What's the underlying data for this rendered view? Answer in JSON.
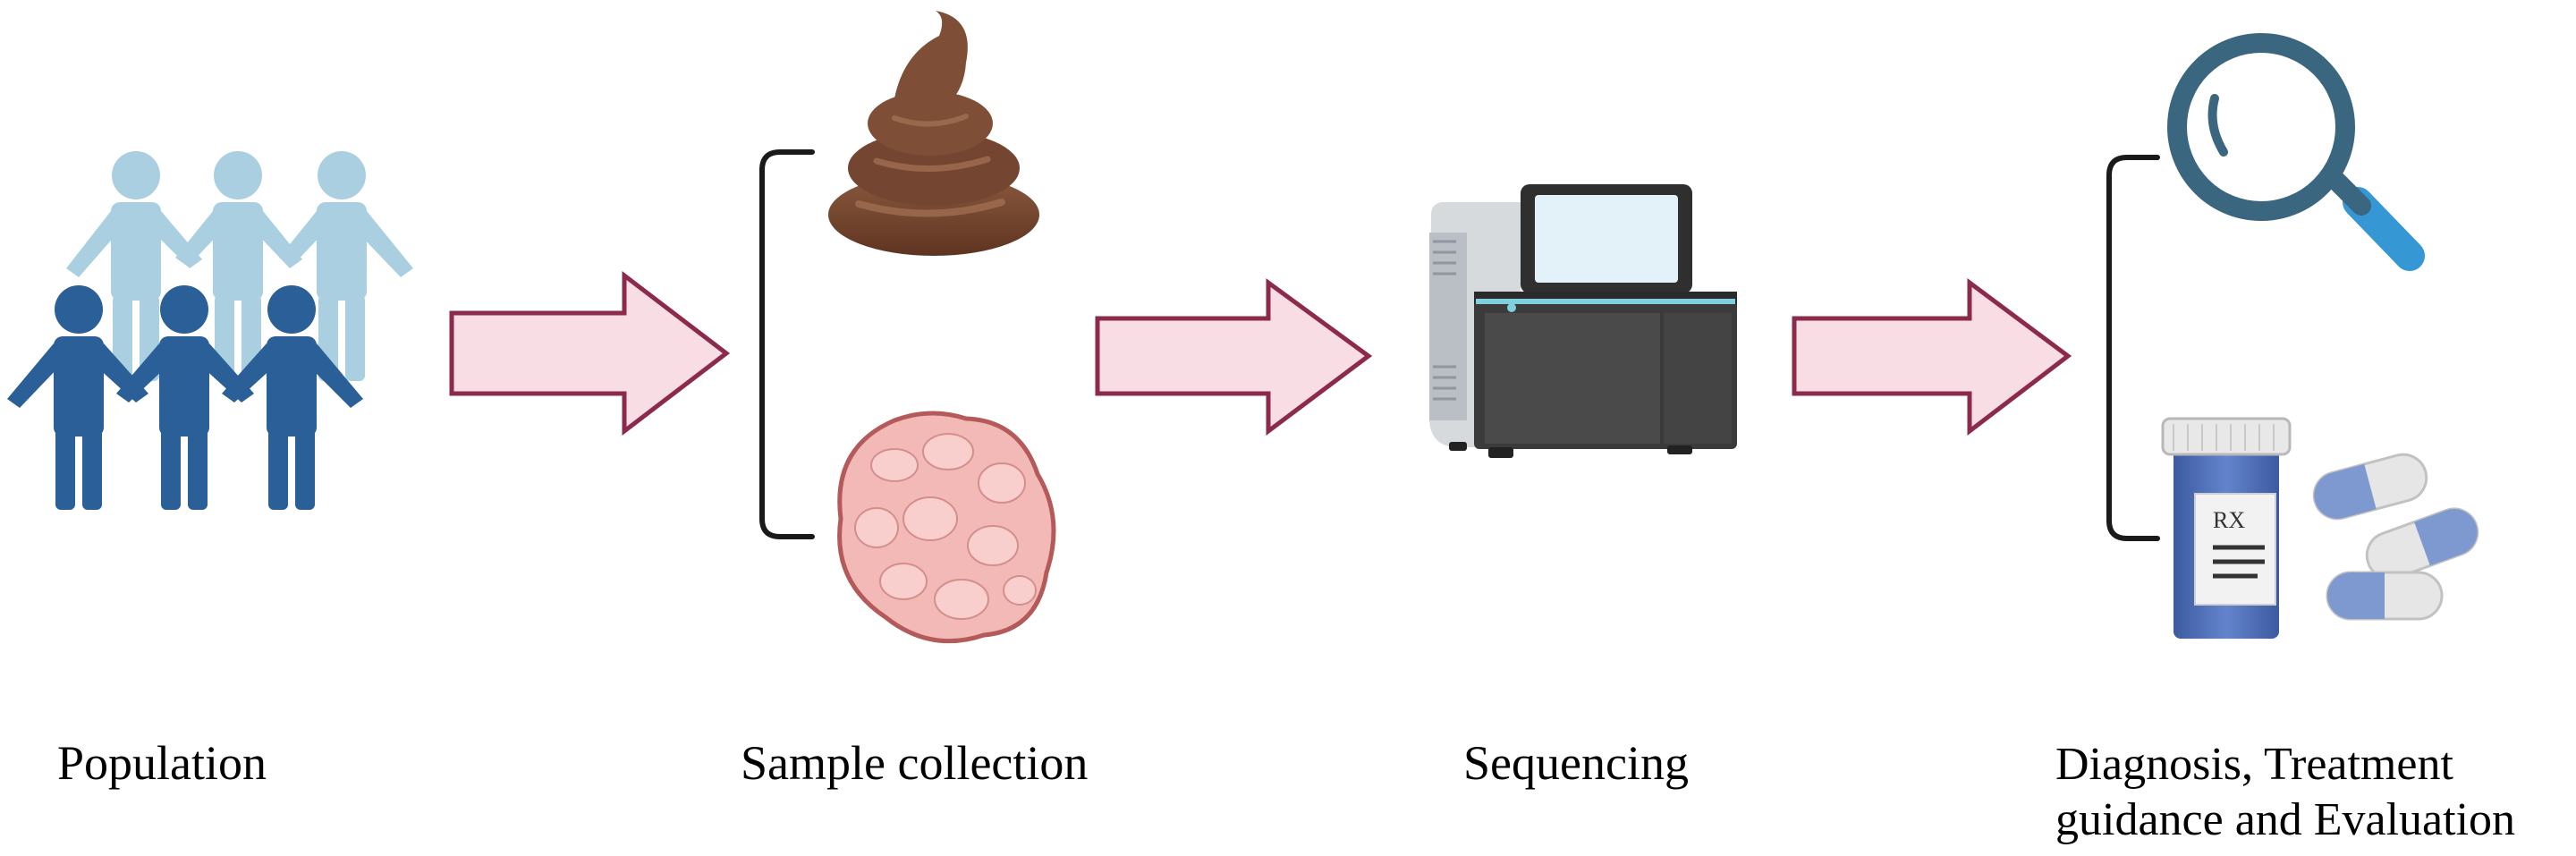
{
  "steps": [
    {
      "id": "population",
      "lines": [
        "Population"
      ]
    },
    {
      "id": "sample-collection",
      "lines": [
        "Sample collection"
      ]
    },
    {
      "id": "sequencing",
      "lines": [
        "Sequencing"
      ]
    },
    {
      "id": "diagnosis",
      "lines": [
        "Diagnosis, Treatment",
        "guidance and Evaluation"
      ]
    }
  ],
  "rx_label": "RX",
  "colors": {
    "arrow_fill": "#f8dde5",
    "arrow_stroke": "#8b2a4a",
    "people_back": "#a9cfe0",
    "people_front": "#2a5f98",
    "stool": "#7a4a33",
    "tissue": "#f3b9b6",
    "tissue_stroke": "#b55a5a",
    "magnifier_rim": "#3a6680",
    "magnifier_handle": "#3597d3",
    "pill_bottle": "#4c6fb8",
    "bottle_cap": "#e8e8e8",
    "pill_blue": "#7e99cf",
    "sequencer_body": "#3b3b3b",
    "bracket": "#1a1a1a"
  }
}
